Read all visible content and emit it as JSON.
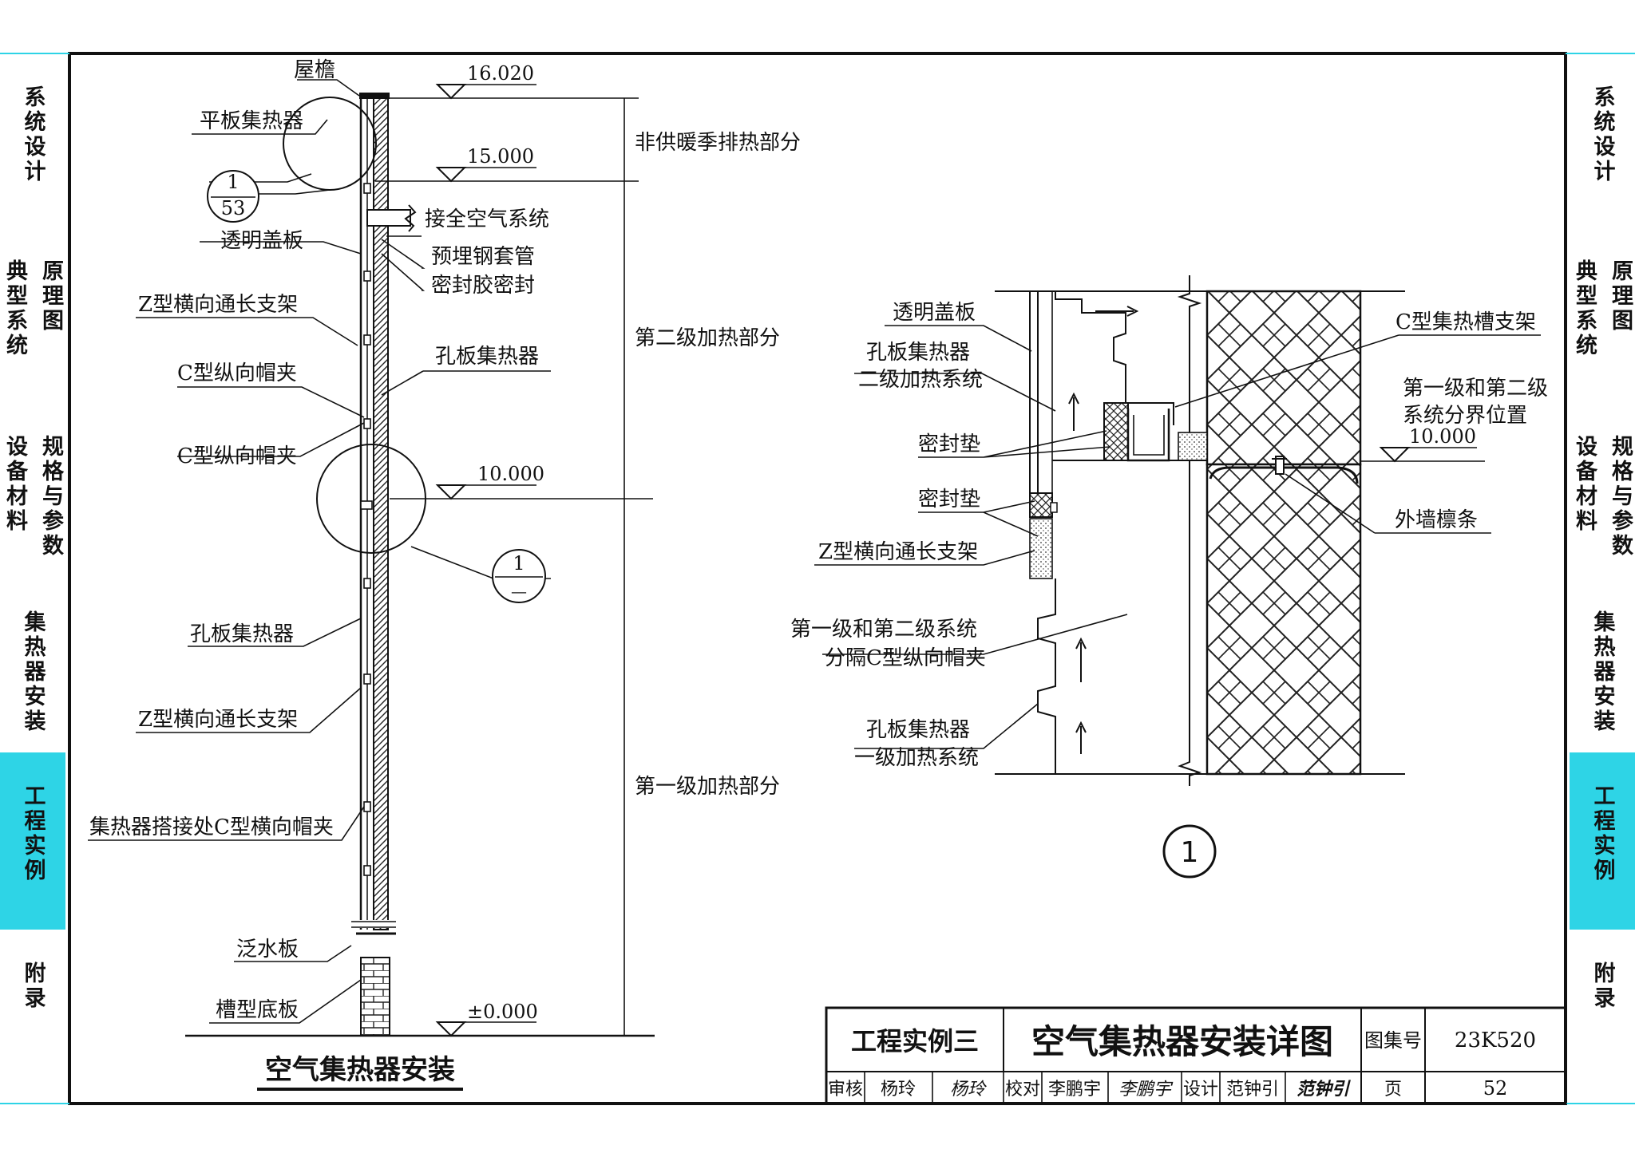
{
  "side_tabs": [
    {
      "cols": [
        "系统设计"
      ],
      "active": false
    },
    {
      "cols": [
        "典型系统",
        "原理图"
      ],
      "active": false
    },
    {
      "cols": [
        "设备材料",
        "规格与参数"
      ],
      "active": false
    },
    {
      "cols": [
        "集热器安装"
      ],
      "active": false
    },
    {
      "cols": [
        "工程实例"
      ],
      "active": true
    },
    {
      "cols": [
        "附录"
      ],
      "active": false
    }
  ],
  "left_view": {
    "title": "空气集热器安装",
    "elevations": [
      "16.020",
      "15.000",
      "10.000",
      "±0.000"
    ],
    "zones": [
      "非供暖季排热部分",
      "第二级加热部分",
      "第一级加热部分"
    ],
    "labels": {
      "eave": "屋檐",
      "flat_collector": "平板集热器",
      "ref_top": "1",
      "ref_bottom": "53",
      "transparent_cover": "透明盖板",
      "z_bracket_1": "Z型横向通长支架",
      "c_clip_1": "C型纵向帽夹",
      "c_clip_2": "C型纵向帽夹",
      "perforated_collector_1": "孔板集热器",
      "fresh_air": "接全空气系统",
      "steel_sleeve": "预埋钢套管",
      "sealant": "密封胶密封",
      "perforated_collector_2": "孔板集热器",
      "z_bracket_2": "Z型横向通长支架",
      "lap_clip": "集热器搭接处C型横向帽夹",
      "flashing": "泛水板",
      "channel_base": "槽型底板",
      "detail_ref_top": "1",
      "detail_ref_bottom": "—"
    }
  },
  "detail_view": {
    "marker": "1",
    "elevation": "10.000",
    "labels": {
      "cover": "透明盖板",
      "stage2_a": "孔板集热器",
      "stage2_b": "二级加热系统",
      "gasket_1": "密封垫",
      "gasket_2": "密封垫",
      "z_bracket": "Z型横向通长支架",
      "divider_a": "第一级和第二级系统",
      "divider_b": "分隔C型纵向帽夹",
      "stage1_a": "孔板集热器",
      "stage1_b": "一级加热系统",
      "c_support": "C型集热槽支架",
      "boundary_a": "第一级和第二级",
      "boundary_b": "系统分界位置",
      "purlin": "外墙檩条"
    }
  },
  "title_block": {
    "project": "工程实例三",
    "title": "空气集热器安装详图",
    "atlas_label": "图集号",
    "atlas_no": "23K520",
    "review_label": "审核",
    "reviewer": "杨玲",
    "reviewer_sig": "杨玲",
    "check_label": "校对",
    "checker": "李鹏宇",
    "checker_sig": "李鹏宇",
    "design_label": "设计",
    "designer": "范钟引",
    "designer_sig": "范钟引",
    "page_label": "页",
    "page_no": "52"
  }
}
